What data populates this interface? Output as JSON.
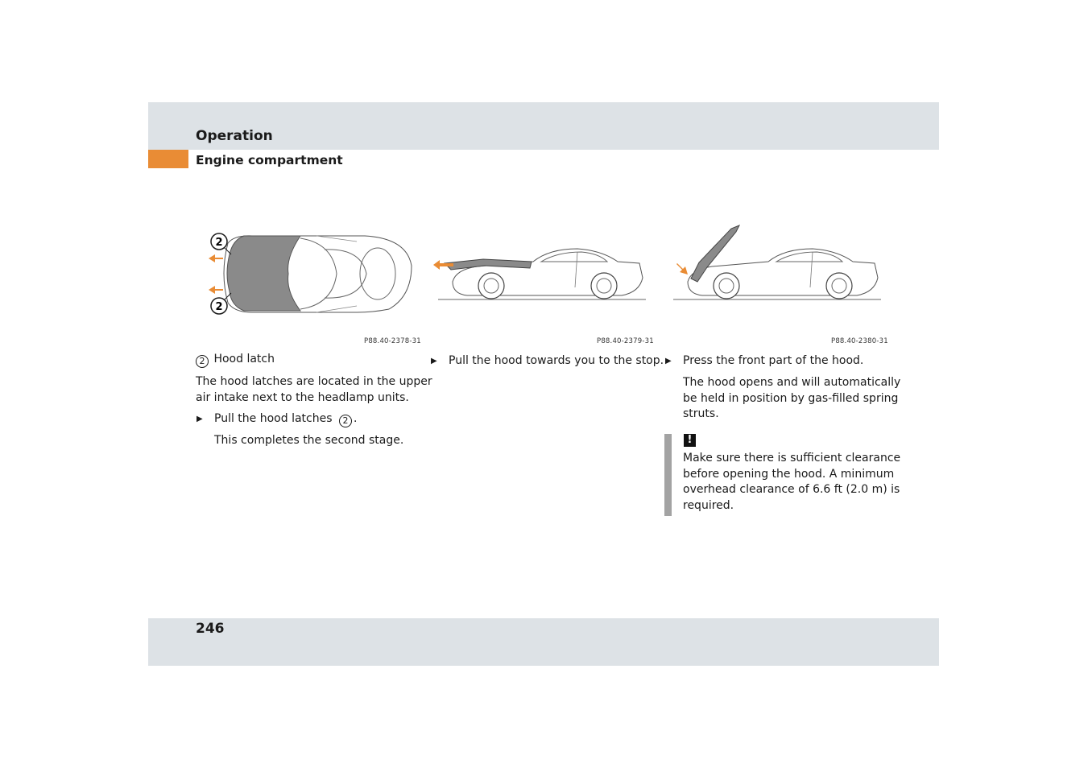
{
  "header": {
    "section": "Operation",
    "subsection": "Engine compartment"
  },
  "figures": [
    {
      "code": "P88.40-2378-31",
      "callout": "2"
    },
    {
      "code": "P88.40-2379-31"
    },
    {
      "code": "P88.40-2380-31"
    }
  ],
  "column1": {
    "legend_number": "2",
    "legend_label": "Hood latch",
    "para_line1": "The hood latches are located in the upper",
    "para_line2": "air intake next to the headlamp units.",
    "step_text": "Pull the hood latches",
    "step_ref": "2",
    "step_suffix": ".",
    "result": "This completes the second stage."
  },
  "column2": {
    "step": "Pull the hood towards you to the stop."
  },
  "column3": {
    "step": "Press the front part of the hood.",
    "result_line1": "The hood opens and will automatically",
    "result_line2": "be held in position by gas-filled spring",
    "result_line3": "struts.",
    "warning_symbol": "!",
    "warning_line1": "Make sure there is sufficient clearance",
    "warning_line2": "before opening the hood. A minimum",
    "warning_line3": "overhead clearance of 6.6 ft (2.0 m) is",
    "warning_line4": "required."
  },
  "footer": {
    "page_number": "246"
  },
  "colors": {
    "band": "#dde2e6",
    "accent_orange": "#e98c35",
    "hood_gray": "#8a8a8a",
    "warning_bar": "#a3a3a3"
  }
}
